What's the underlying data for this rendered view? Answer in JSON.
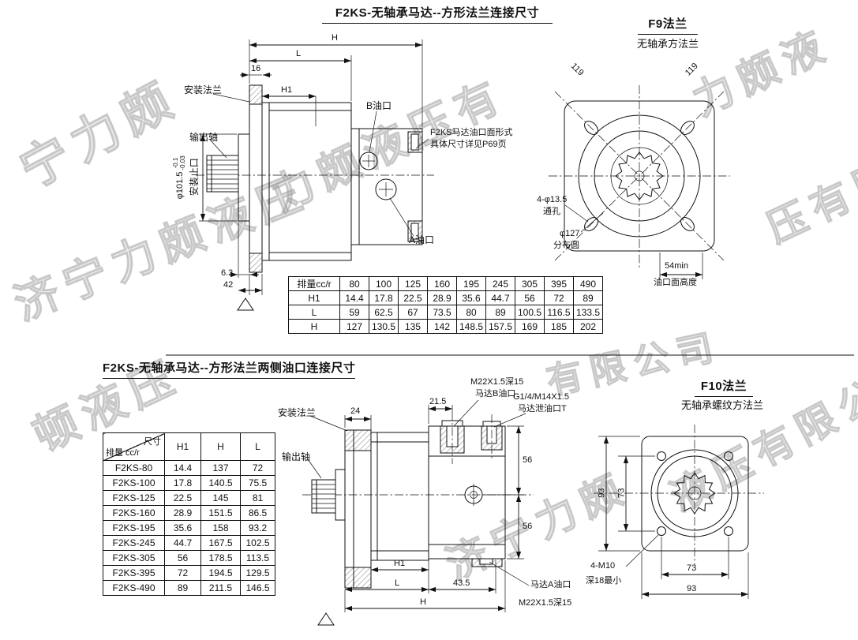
{
  "watermarks": [
    "宁力颇",
    "济宁力颇液压",
    "力颇液压有",
    "力颇液",
    "压有限",
    "顿液压",
    "有限公司",
    "济宁力颇",
    "液压有限公司"
  ],
  "top": {
    "title": "F2KS-无轴承马达--方形法兰连接尺寸",
    "labels": {
      "mounting_flange": "安装法兰",
      "output_shaft": "输出轴",
      "b_port": "B油口",
      "a_port": "A油口",
      "port_note_line1": "F2KS马达油口面形式",
      "port_note_line2": "具体尺寸详见P69页",
      "spigot_dia": "φ101.5",
      "spigot_tol_upper": "-0.1",
      "spigot_tol_lower": "-0.03",
      "spigot_label": "安装止口",
      "dim_h": "H",
      "dim_l": "L",
      "dim_16": "16",
      "dim_h1": "H1",
      "dim_6_3": "6.3",
      "dim_42": "42"
    },
    "f9": {
      "title": "F9法兰",
      "subtitle": "无轴承方法兰",
      "dim_119_left": "119",
      "dim_119_right": "119",
      "holes_line1": "4-φ13.5",
      "holes_line2": "通孔",
      "bolt_circle_line1": "φ127",
      "bolt_circle_line2": "分布圆",
      "dim_54": "54min",
      "port_face_height": "油口面高度"
    },
    "table": {
      "rows": [
        [
          "排量cc/r",
          "80",
          "100",
          "125",
          "160",
          "195",
          "245",
          "305",
          "395",
          "490"
        ],
        [
          "H1",
          "14.4",
          "17.8",
          "22.5",
          "28.9",
          "35.6",
          "44.7",
          "56",
          "72",
          "89"
        ],
        [
          "L",
          "59",
          "62.5",
          "67",
          "73.5",
          "80",
          "89",
          "100.5",
          "116.5",
          "133.5"
        ],
        [
          "H",
          "127",
          "130.5",
          "135",
          "142",
          "148.5",
          "157.5",
          "169",
          "185",
          "202"
        ]
      ]
    }
  },
  "bottom": {
    "title": "F2KS-无轴承马达--方形法兰两侧油口连接尺寸",
    "table": {
      "corner_top": "尺寸",
      "corner_bottom": "排量 cc/r",
      "columns": [
        "H1",
        "H",
        "L"
      ],
      "rows": [
        [
          "F2KS-80",
          "14.4",
          "137",
          "72"
        ],
        [
          "F2KS-100",
          "17.8",
          "140.5",
          "75.5"
        ],
        [
          "F2KS-125",
          "22.5",
          "145",
          "81"
        ],
        [
          "F2KS-160",
          "28.9",
          "151.5",
          "86.5"
        ],
        [
          "F2KS-195",
          "35.6",
          "158",
          "93.2"
        ],
        [
          "F2KS-245",
          "44.7",
          "167.5",
          "102.5"
        ],
        [
          "F2KS-305",
          "56",
          "178.5",
          "113.5"
        ],
        [
          "F2KS-395",
          "72",
          "194.5",
          "129.5"
        ],
        [
          "F2KS-490",
          "89",
          "211.5",
          "146.5"
        ]
      ]
    },
    "labels": {
      "mounting_flange": "安装法兰",
      "output_shaft": "输出轴",
      "dim_24": "24",
      "dim_21_5": "21.5",
      "b_port_line1": "M22X1.5深15",
      "b_port_line2": "马达B油口",
      "t_port_line1": "G1/4/M14X1.5",
      "t_port_line2": "马达泄油口T",
      "dim_56_upper": "56",
      "dim_56_lower": "56",
      "dim_h1": "H1",
      "dim_l": "L",
      "dim_43_5": "43.5",
      "dim_h": "H",
      "a_port_line1": "马达A油口",
      "a_port_line2": "M22X1.5深15"
    },
    "f10": {
      "title": "F10法兰",
      "subtitle": "无轴承螺纹方法兰",
      "dim_93_left": "93",
      "dim_73_left": "73",
      "holes_line1": "4-M10",
      "holes_line2": "深18最小",
      "dim_73_bottom": "73",
      "dim_93_bottom": "93"
    }
  }
}
